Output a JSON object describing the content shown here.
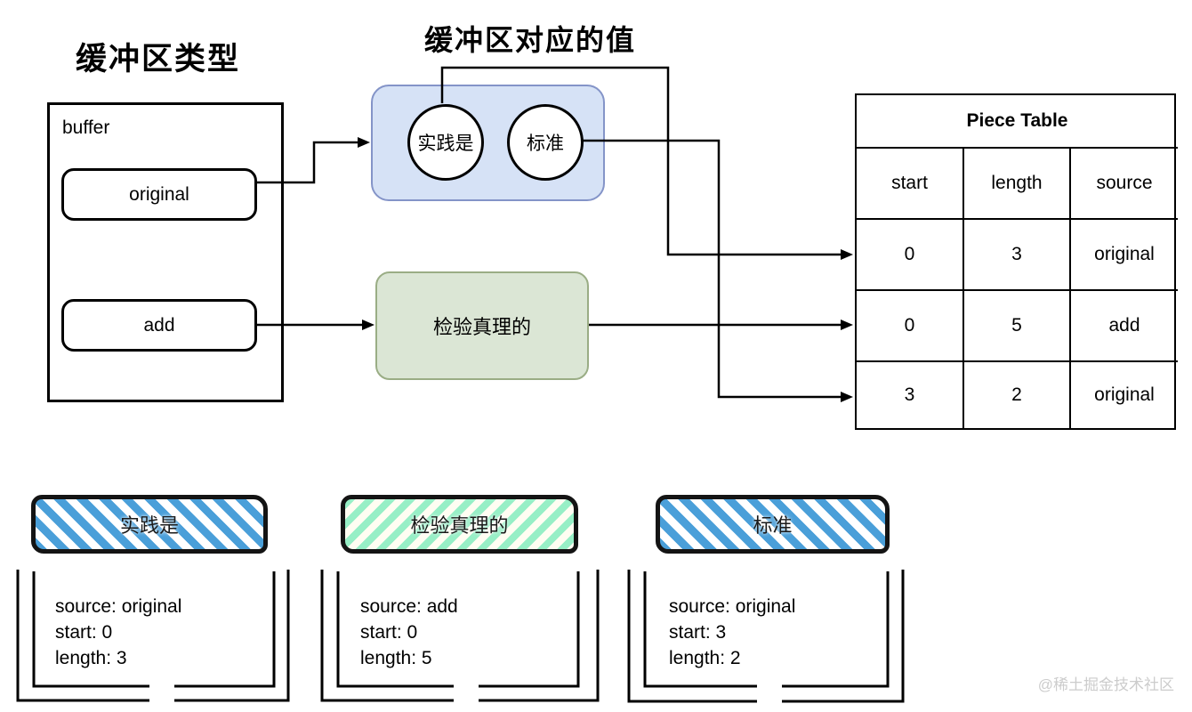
{
  "headings": {
    "left": "缓冲区类型",
    "center": "缓冲区对应的值"
  },
  "buffer_panel": {
    "label": "buffer",
    "items": [
      {
        "label": "original"
      },
      {
        "label": "add"
      }
    ]
  },
  "value_nodes": {
    "blue_group": {
      "circles": [
        "实践是",
        "标准"
      ]
    },
    "green_box": {
      "label": "检验真理的"
    }
  },
  "piece_table": {
    "title": "Piece Table",
    "columns": [
      "start",
      "length",
      "source"
    ],
    "rows": [
      [
        "0",
        "3",
        "original"
      ],
      [
        "0",
        "5",
        "add"
      ],
      [
        "3",
        "2",
        "original"
      ]
    ]
  },
  "pieces": [
    {
      "label": "实践是",
      "stripe": "blue",
      "lines": [
        "source: original",
        "start: 0",
        "length: 3"
      ]
    },
    {
      "label": "检验真理的",
      "stripe": "mint",
      "lines": [
        "source: add",
        "start: 0",
        "length: 5"
      ]
    },
    {
      "label": "标准",
      "stripe": "blue",
      "lines": [
        "source: original",
        "start: 3",
        "length: 2"
      ]
    }
  ],
  "watermark": "@稀土掘金技术社区",
  "colors": {
    "blue_fill": "#d6e2f6",
    "blue_border": "#8494c8",
    "green_fill": "#dbe6d5",
    "green_border": "#9aad85",
    "blue_stripe": "#4a9fd9",
    "mint_stripe": "#97efc6",
    "mint_gap": "#fffdf2",
    "ink": "#000000",
    "watermark": "#cccccc"
  }
}
